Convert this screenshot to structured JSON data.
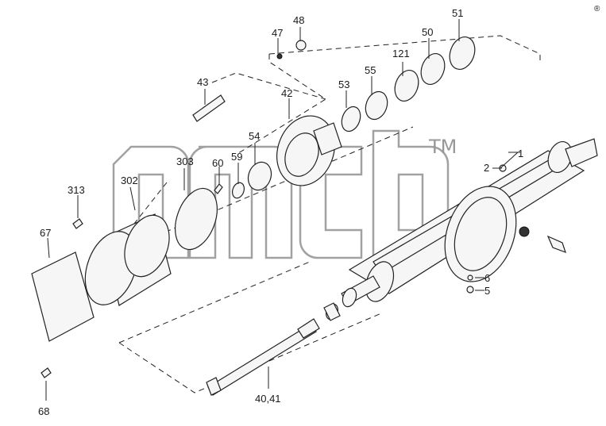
{
  "diagram": {
    "watermark_tm": "TM",
    "corner_mark": "®"
  },
  "callouts": [
    {
      "id": "1",
      "text": "1"
    },
    {
      "id": "2",
      "text": "2"
    },
    {
      "id": "5",
      "text": "5"
    },
    {
      "id": "6",
      "text": "6"
    },
    {
      "id": "40_41",
      "text": "40,41"
    },
    {
      "id": "42",
      "text": "42"
    },
    {
      "id": "43",
      "text": "43"
    },
    {
      "id": "47",
      "text": "47"
    },
    {
      "id": "48",
      "text": "48"
    },
    {
      "id": "50",
      "text": "50"
    },
    {
      "id": "51",
      "text": "51"
    },
    {
      "id": "53",
      "text": "53"
    },
    {
      "id": "54",
      "text": "54"
    },
    {
      "id": "55",
      "text": "55"
    },
    {
      "id": "59",
      "text": "59"
    },
    {
      "id": "60",
      "text": "60"
    },
    {
      "id": "67",
      "text": "67"
    },
    {
      "id": "68",
      "text": "68"
    },
    {
      "id": "121",
      "text": "121"
    },
    {
      "id": "302",
      "text": "302"
    },
    {
      "id": "303",
      "text": "303"
    },
    {
      "id": "313",
      "text": "313"
    }
  ]
}
